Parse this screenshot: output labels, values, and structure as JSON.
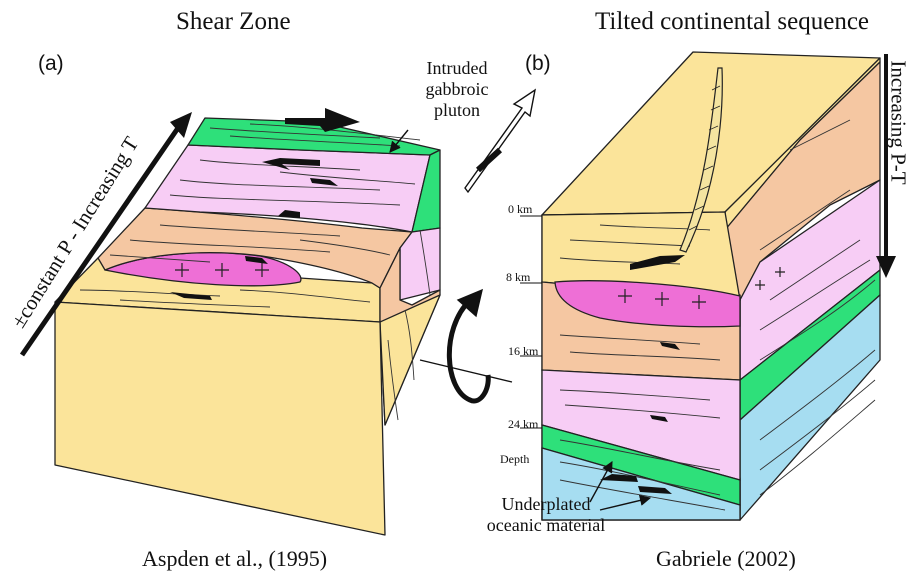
{
  "panel_a": {
    "title": "Shear Zone",
    "letter": "(a)",
    "citation": "Aspden et al., (1995)",
    "side_label": "±constant P - Increasing T",
    "pluton_label": [
      "Intruded",
      "gabbroic",
      "pluton"
    ]
  },
  "panel_b": {
    "title": "Tilted continental sequence",
    "letter": "(b)",
    "citation": "Gabriele (2002)",
    "side_label": "Increasing P-T",
    "depth_ticks": [
      "0 km",
      "8 km",
      "16 km",
      "24 km"
    ],
    "depth_axis_label": "Depth",
    "underplated_label": [
      "Underplated",
      "oceanic material"
    ]
  },
  "colors": {
    "yellow": "#FBE49A",
    "pink": "#F7CDF5",
    "orange": "#F5C7A2",
    "magenta": "#EE6FD6",
    "green": "#2EE07A",
    "blue": "#A6DDF1"
  }
}
